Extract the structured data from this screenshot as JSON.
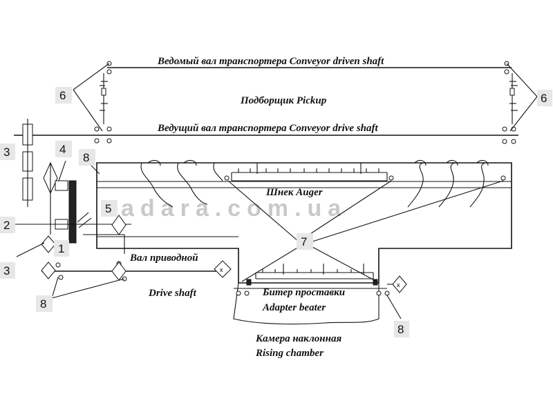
{
  "labels": {
    "driven_shaft": "Ведомый вал транспортера   Conveyor driven shaft",
    "pickup": "Подборщик   Pickup",
    "drive_shaft_conveyor": "Ведущий вал транспортера   Conveyor drive shaft",
    "auger": "Шнек   Auger",
    "drive_shaft_ru": "Вал приводной",
    "drive_shaft_en": "Drive shaft",
    "beater_ru": "Битер проставки",
    "beater_en": "Adapter beater",
    "chamber_ru": "Камера наклонная",
    "chamber_en": "Rising chamber",
    "watermark": "adara.com.ua"
  },
  "callouts": {
    "n1": "1",
    "n2": "2",
    "n3a": "3",
    "n3b": "3",
    "n4": "4",
    "n5": "5",
    "n6a": "6",
    "n6b": "6",
    "n7": "7",
    "n8a": "8",
    "n8b": "8",
    "n8c": "8"
  },
  "glyphs": {
    "joint": "x"
  }
}
